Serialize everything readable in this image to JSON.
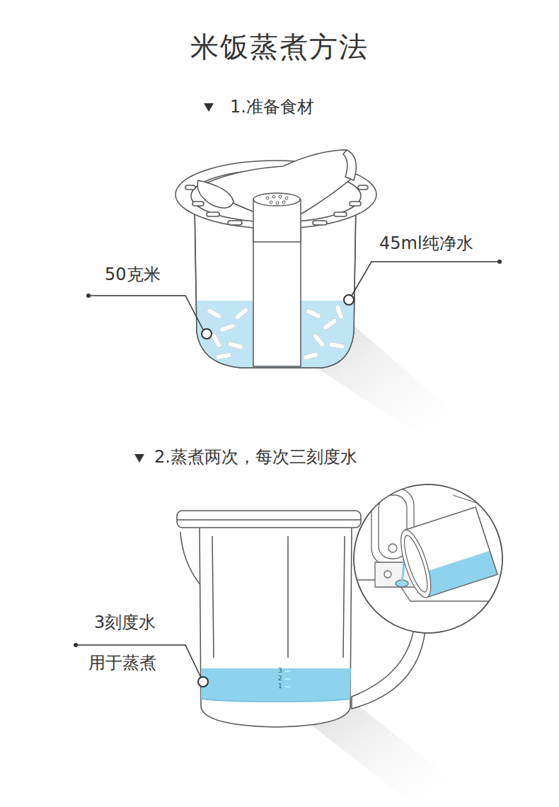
{
  "diagram": {
    "title": "米饭蒸煮方法",
    "labels": [
      "1.准备食材",
      "50克米",
      "45ml纯净水",
      "2.蒸煮两次，每次三刻度水",
      "3刻度水",
      "用于蒸煮",
      "3",
      "2",
      "1"
    ]
  }
}
